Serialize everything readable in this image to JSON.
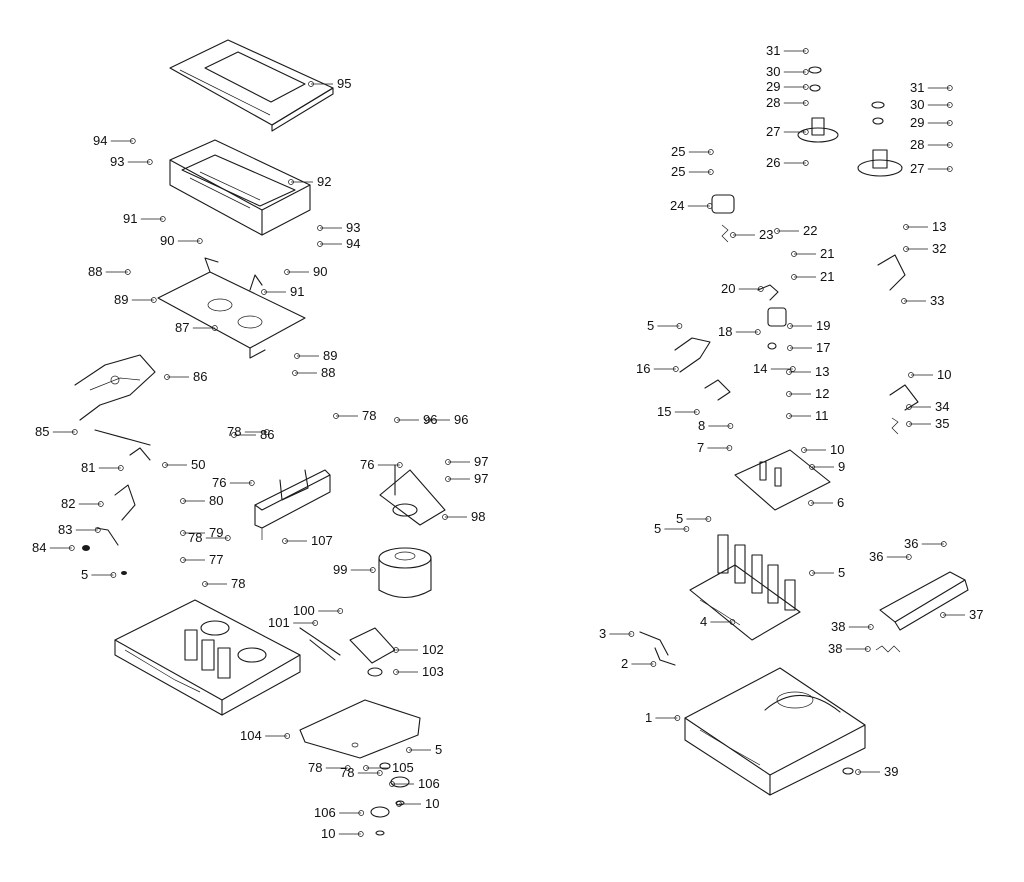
{
  "diagram": {
    "callouts": [
      "1",
      "2",
      "3",
      "4",
      "5",
      "5",
      "5",
      "5",
      "5",
      "5",
      "6",
      "7",
      "8",
      "9",
      "10",
      "10",
      "10",
      "10",
      "11",
      "12",
      "13",
      "13",
      "14",
      "15",
      "16",
      "17",
      "18",
      "19",
      "20",
      "21",
      "21",
      "22",
      "23",
      "24",
      "25",
      "25",
      "26",
      "27",
      "27",
      "28",
      "28",
      "29",
      "29",
      "30",
      "30",
      "31",
      "31",
      "32",
      "33",
      "34",
      "35",
      "36",
      "36",
      "37",
      "38",
      "38",
      "39",
      "50",
      "76",
      "76",
      "77",
      "78",
      "78",
      "78",
      "78",
      "78",
      "78",
      "79",
      "80",
      "81",
      "82",
      "83",
      "84",
      "85",
      "86",
      "86",
      "87",
      "88",
      "88",
      "89",
      "89",
      "90",
      "90",
      "91",
      "91",
      "92",
      "93",
      "93",
      "94",
      "94",
      "95",
      "96",
      "96",
      "97",
      "97",
      "98",
      "99",
      "100",
      "101",
      "102",
      "103",
      "104",
      "105",
      "106",
      "106",
      "107"
    ]
  }
}
